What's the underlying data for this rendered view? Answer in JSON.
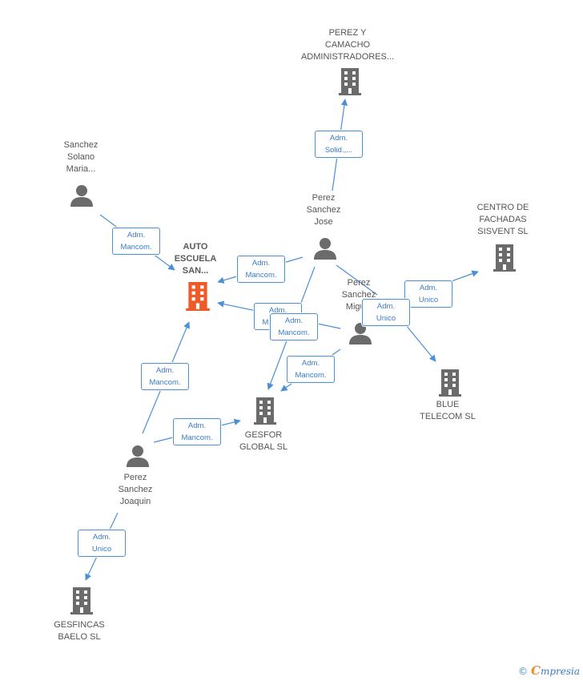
{
  "colors": {
    "edge": "#4a90d9",
    "icon": "#6b6b6b",
    "focus_icon": "#f05a28"
  },
  "nodes": {
    "perez_camacho": {
      "label": "PEREZ Y\nCAMACHO\nADMINISTRADORES...",
      "icon": "building-icon"
    },
    "sanchez_solano": {
      "label": "Sanchez\nSolano\nMaria...",
      "icon": "person-icon"
    },
    "perez_jose": {
      "label": "Perez\nSanchez\nJose",
      "icon": "person-icon"
    },
    "centro_fachadas": {
      "label": "CENTRO DE\nFACHADAS\nSISVENT SL",
      "icon": "building-icon"
    },
    "auto_escuela": {
      "label": "AUTO\nESCUELA\nSAN...",
      "icon": "building-icon"
    },
    "perez_miguel": {
      "label": "Perez\nSanchez\nMiguel",
      "icon": "person-icon"
    },
    "blue_telecom": {
      "label": "BLUE\nTELECOM SL",
      "icon": "building-icon"
    },
    "gesfor": {
      "label": "GESFOR\nGLOBAL SL",
      "icon": "building-icon"
    },
    "perez_joaquin": {
      "label": "Perez\nSanchez\nJoaquin",
      "icon": "person-icon"
    },
    "gesfincas": {
      "label": "GESFINCAS\nBAELO SL",
      "icon": "building-icon"
    }
  },
  "edges": {
    "jose_camacho": "Adm.\nSolid.,...",
    "solano_auto": "Adm.\nMancom.",
    "jose_auto": "Adm.\nMancom.",
    "miguel_auto": "Adm.\nMancom.",
    "miguel_centro": "Adm.\nUnico",
    "miguel_blue": "Adm.\nUnico",
    "jose_gesfor": "Adm.\nMancom.",
    "miguel_gesfor": "Adm.\nMancom.",
    "joaquin_auto": "Adm.\nMancom.",
    "joaquin_gesfor": "Adm.\nMancom.",
    "joaquin_gesfincas": "Adm.\nUnico"
  },
  "footer": {
    "copyright": "©",
    "brand_initial": "C",
    "brand_rest": "mpresia"
  }
}
